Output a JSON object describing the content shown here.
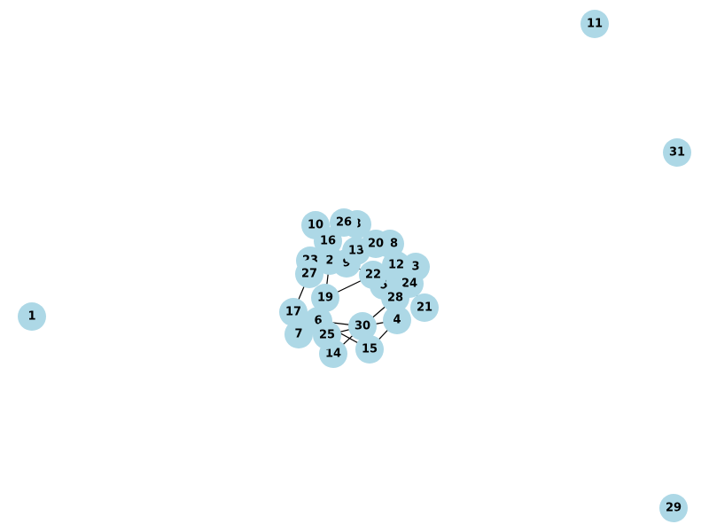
{
  "graph": {
    "node_color": "#add8e6",
    "edge_color": "#000000",
    "label_color": "#000000",
    "nodes": [
      {
        "id": "1"
      },
      {
        "id": "2"
      },
      {
        "id": "3"
      },
      {
        "id": "4"
      },
      {
        "id": "5"
      },
      {
        "id": "6"
      },
      {
        "id": "7"
      },
      {
        "id": "8"
      },
      {
        "id": "9"
      },
      {
        "id": "10"
      },
      {
        "id": "11"
      },
      {
        "id": "12"
      },
      {
        "id": "13"
      },
      {
        "id": "14"
      },
      {
        "id": "15"
      },
      {
        "id": "16"
      },
      {
        "id": "17"
      },
      {
        "id": "18"
      },
      {
        "id": "19"
      },
      {
        "id": "20"
      },
      {
        "id": "21"
      },
      {
        "id": "22"
      },
      {
        "id": "23"
      },
      {
        "id": "24"
      },
      {
        "id": "25"
      },
      {
        "id": "26"
      },
      {
        "id": "27"
      },
      {
        "id": "28"
      },
      {
        "id": "29"
      },
      {
        "id": "30"
      },
      {
        "id": "31"
      }
    ],
    "edges": [
      [
        "10",
        "16"
      ],
      [
        "16",
        "23"
      ],
      [
        "23",
        "27"
      ],
      [
        "27",
        "17"
      ],
      [
        "2",
        "19"
      ],
      [
        "19",
        "22"
      ],
      [
        "13",
        "9"
      ],
      [
        "9",
        "22"
      ],
      [
        "20",
        "12"
      ],
      [
        "18",
        "12"
      ],
      [
        "12",
        "24"
      ],
      [
        "3",
        "24"
      ],
      [
        "5",
        "28"
      ],
      [
        "28",
        "4"
      ],
      [
        "24",
        "21"
      ],
      [
        "4",
        "15"
      ],
      [
        "30",
        "28"
      ],
      [
        "30",
        "4"
      ],
      [
        "6",
        "30"
      ],
      [
        "6",
        "15"
      ],
      [
        "25",
        "30"
      ],
      [
        "14",
        "30"
      ],
      [
        "17",
        "6"
      ],
      [
        "7",
        "6"
      ]
    ]
  }
}
